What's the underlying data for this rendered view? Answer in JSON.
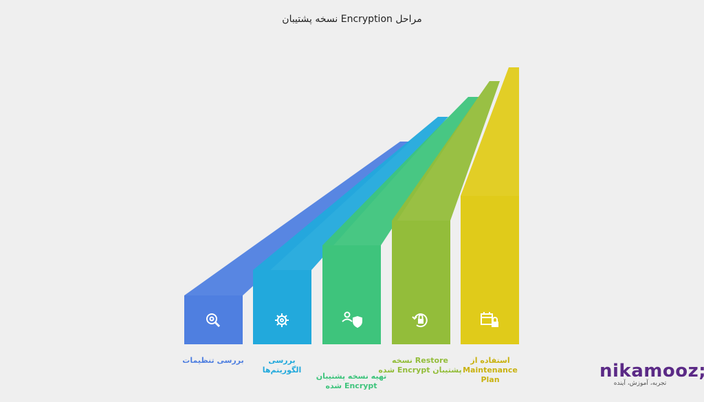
{
  "title": "مراحل Encryption  نسخه پشتیبان",
  "steps": [
    {
      "label": "بررسی تنظیمات",
      "color": "#4f7fe0",
      "icon": "magnifier-gear-icon"
    },
    {
      "label": "بررسی الگوریتم‌ها",
      "color": "#22a9dc",
      "icon": "gear-icon"
    },
    {
      "label": "تهیه نسخه پشتیبان Encrypt شده",
      "color": "#3ec47c",
      "icon": "user-shield-icon"
    },
    {
      "label": "Restore نسخه پشتیبان Encrypt شده",
      "color": "#93bd3a",
      "icon": "lock-refresh-icon"
    },
    {
      "label": "استفاده از Maintenance Plan",
      "color": "#e0cb1a",
      "icon": "calendar-lock-icon"
    }
  ],
  "brand": {
    "name": "nikamooz;",
    "tagline": "تجربه، آموزش، آینده"
  }
}
